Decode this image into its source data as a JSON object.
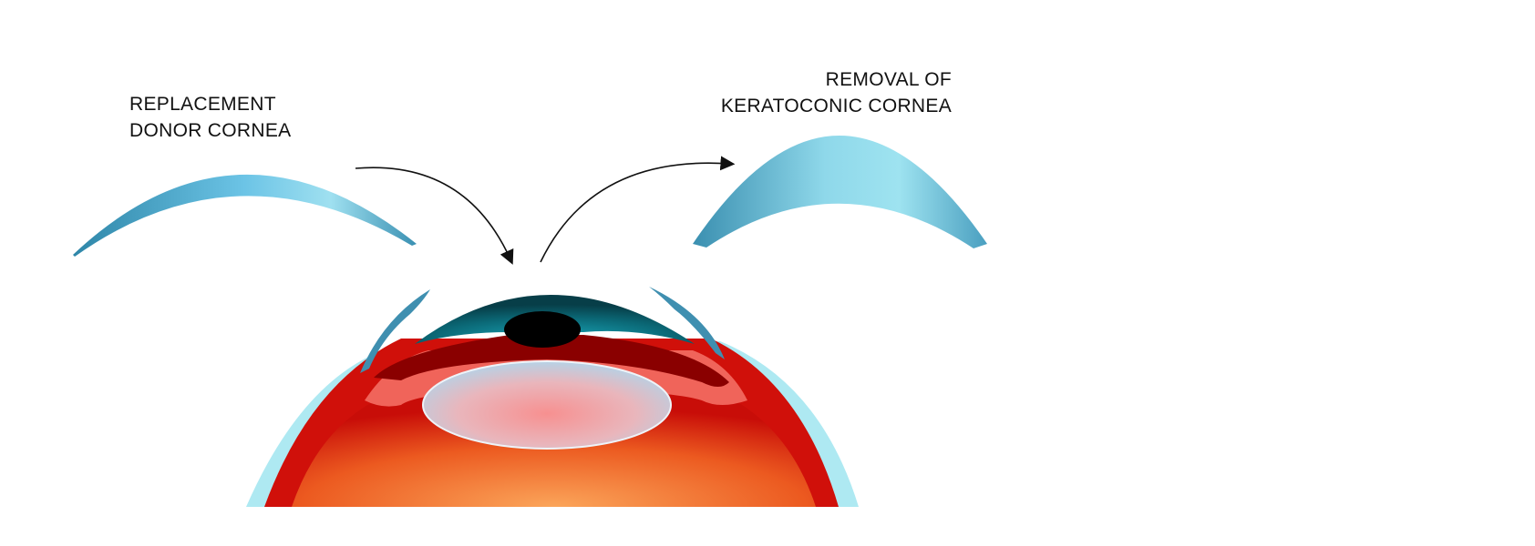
{
  "labels": {
    "donor_line1": "REPLACEMENT",
    "donor_line2": "DONOR CORNEA",
    "removal_line1": "REMOVAL OF",
    "removal_line2": "KERATOCONIC CORNEA"
  },
  "colors": {
    "cornea": "#5fb6d6",
    "cornea_dark": "#3a8fb0",
    "iris": "#0d5f6e",
    "sclera": "#aee9f2",
    "eyeball": "#d0100a",
    "vitreous": "#f59a50",
    "lens": "#c8dbe8"
  }
}
